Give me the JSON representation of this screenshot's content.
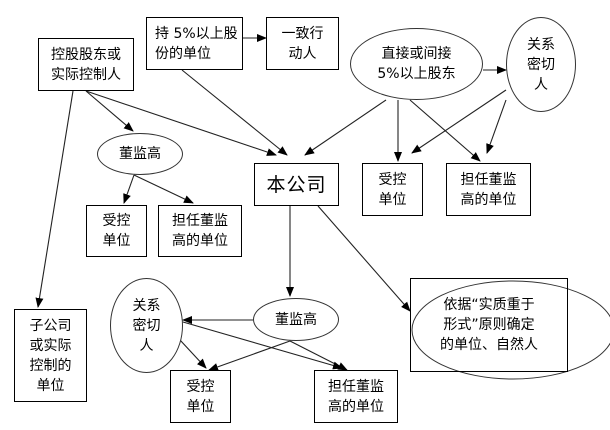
{
  "diagram": {
    "nodes": {
      "controlling_shareholder": {
        "label": "控股股东或\n实际控制人",
        "shape": "box"
      },
      "holder_5pct_entity": {
        "label": "持 5%以上股\n份的单位",
        "shape": "box"
      },
      "concert_party": {
        "label": "一致行\n动人",
        "shape": "box"
      },
      "direct_indirect_5pct": {
        "label": "直接或间接\n5%以上股东",
        "shape": "ellipse"
      },
      "close_relation_top": {
        "label": "关系\n密切\n人",
        "shape": "ellipse"
      },
      "dsm_left": {
        "label": "董监高",
        "shape": "ellipse"
      },
      "company": {
        "label": "本公司",
        "shape": "box"
      },
      "controlled_left": {
        "label": "受控\n单位",
        "shape": "box"
      },
      "dsm_unit_left": {
        "label": "担任董监\n高的单位",
        "shape": "box"
      },
      "controlled_right": {
        "label": "受控\n单位",
        "shape": "box"
      },
      "dsm_unit_right": {
        "label": "担任董监\n高的单位",
        "shape": "box"
      },
      "subsidiary": {
        "label": "子公司\n或实际\n控制的\n单位",
        "shape": "box"
      },
      "close_relation_bottom": {
        "label": "关系\n密切\n人",
        "shape": "ellipse"
      },
      "dsm_bottom": {
        "label": "董监高",
        "shape": "ellipse"
      },
      "controlled_bottom": {
        "label": "受控\n单位",
        "shape": "box"
      },
      "dsm_unit_bottom": {
        "label": "担任董监\n高的单位",
        "shape": "box"
      },
      "substance_over_form": {
        "label": "依据“实质重于\n形式”原则确定\n的单位、自然人",
        "shape": "box-with-ellipse"
      }
    },
    "edges": [
      {
        "from": "holder_5pct_entity",
        "to": "concert_party"
      },
      {
        "from": "direct_indirect_5pct",
        "to": "close_relation_top"
      },
      {
        "from": "controlling_shareholder",
        "to": "dsm_left"
      },
      {
        "from": "controlling_shareholder",
        "to": "company"
      },
      {
        "from": "controlling_shareholder",
        "to": "subsidiary"
      },
      {
        "from": "holder_5pct_entity",
        "to": "company"
      },
      {
        "from": "direct_indirect_5pct",
        "to": "company"
      },
      {
        "from": "direct_indirect_5pct",
        "to": "controlled_right"
      },
      {
        "from": "direct_indirect_5pct",
        "to": "dsm_unit_right"
      },
      {
        "from": "close_relation_top",
        "to": "controlled_right"
      },
      {
        "from": "close_relation_top",
        "to": "dsm_unit_right"
      },
      {
        "from": "dsm_left",
        "to": "controlled_left"
      },
      {
        "from": "dsm_left",
        "to": "dsm_unit_left"
      },
      {
        "from": "company",
        "to": "dsm_bottom"
      },
      {
        "from": "company",
        "to": "substance_over_form"
      },
      {
        "from": "dsm_bottom",
        "to": "close_relation_bottom"
      },
      {
        "from": "dsm_bottom",
        "to": "controlled_bottom"
      },
      {
        "from": "dsm_bottom",
        "to": "dsm_unit_bottom"
      },
      {
        "from": "close_relation_bottom",
        "to": "controlled_bottom"
      },
      {
        "from": "close_relation_bottom",
        "to": "dsm_unit_bottom"
      }
    ]
  }
}
